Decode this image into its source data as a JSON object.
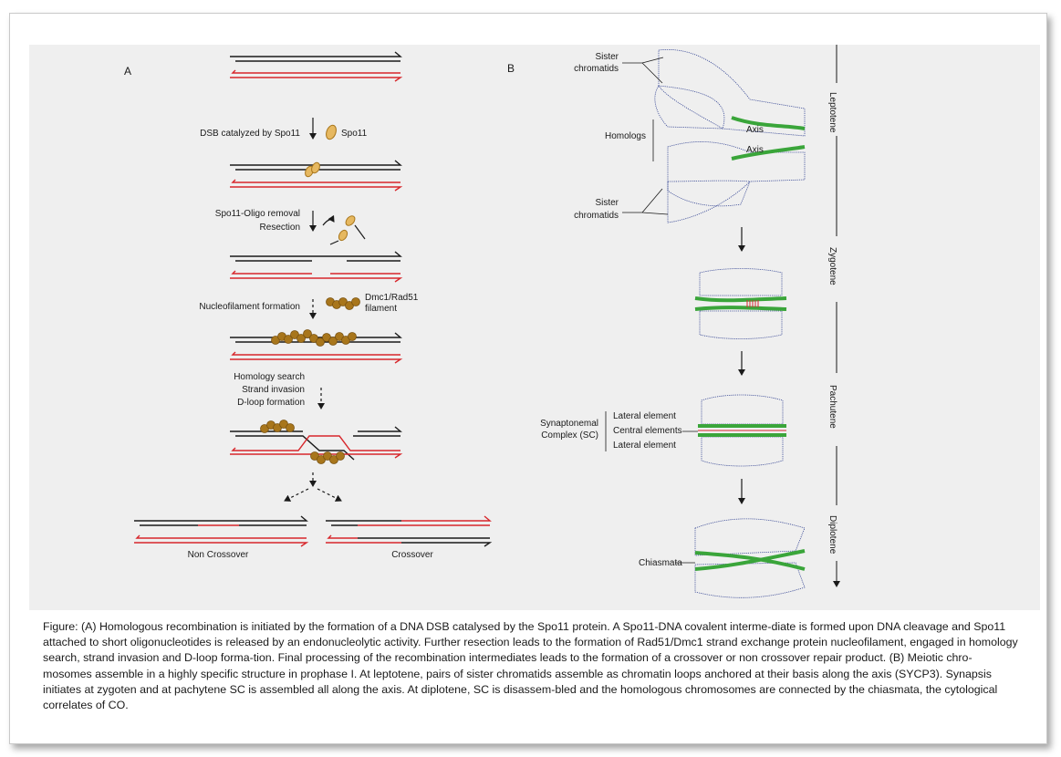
{
  "panel_a": {
    "letter": "A",
    "step1_label": "DSB catalyzed by Spo11",
    "spo11_label": "Spo11",
    "step2_line1": "Spo11-Oligo removal",
    "step2_line2": "Resection",
    "step3_label": "Nucleofilament formation",
    "filament_line1": "Dmc1/Rad51",
    "filament_line2": "filament",
    "step4_line1": "Homology search",
    "step4_line2": "Strand invasion",
    "step4_line3": "D-loop formation",
    "outcome_left": "Non Crossover",
    "outcome_right": "Crossover"
  },
  "panel_b": {
    "letter": "B",
    "sister_top_1": "Sister",
    "sister_top_2": "chromatids",
    "homologs": "Homologs",
    "sister_bottom_1": "Sister",
    "sister_bottom_2": "chromatids",
    "axis_top": "Axis",
    "axis_bottom": "Axis",
    "sc_1": "Synaptonemal",
    "sc_2": "Complex (SC)",
    "lateral_top": "Lateral element",
    "central": "Central elements",
    "lateral_bottom": "Lateral element",
    "chiasmata": "Chiasmata",
    "stages": [
      "Leptotene",
      "Zygotene",
      "Pachutene",
      "Diplotene"
    ]
  },
  "colors": {
    "dna_black": "#1a1a1a",
    "dna_red": "#d7262b",
    "protein": "#a8761c",
    "protein_light": "#e6b860",
    "loops": "#3a4a96",
    "axis": "#3aa53a",
    "central": "#d7262b",
    "panel_bg": "#efefef"
  },
  "caption": "Figure: (A) Homologous recombination is initiated by the formation of a DNA DSB catalysed by the Spo11 protein. A Spo11-DNA covalent interme-diate is formed upon DNA cleavage and Spo11 attached to short oligonucleotides is released by an endonucleolytic activity. Further resection leads to the formation of Rad51/Dmc1 strand exchange protein nucleofilament, engaged in homology search, strand invasion and D-loop forma-tion. Final processing of the recombination intermediates leads to the formation of a crossover or non crossover repair product. (B) Meiotic chro-mosomes assemble in a highly specific structure in prophase I. At leptotene, pairs of sister chromatids assemble as chromatin loops anchored at their basis along the axis (SYCP3). Synapsis  initiates at zygoten and at pachytene SC is assembled all along the axis. At diplotene, SC is disassem-bled and the homologous chromosomes are connected by the chiasmata, the cytological correlates of CO."
}
